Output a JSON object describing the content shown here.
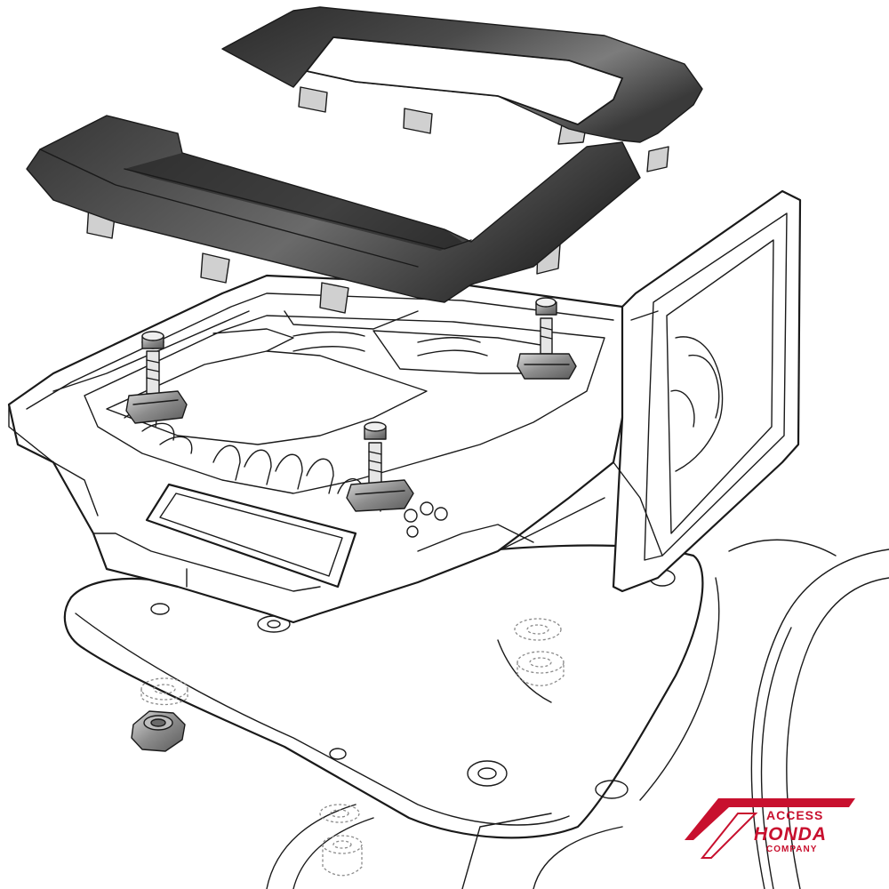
{
  "logo": {
    "line1": "ACCESS",
    "line2": "HONDA",
    "line3": "COMPANY",
    "color": "#c8102e"
  },
  "colors": {
    "cover_dark": "#2e2e2e",
    "cover_light": "#7a7a7a",
    "line": "#1a1a1a",
    "hardware": "#9a9a9a"
  },
  "parts": {
    "top_cover": "dark-trim-cover-upper",
    "lower_cover": "dark-trim-cover-lower",
    "rack": "rear-carrier-rack",
    "bolts": 3,
    "washers": 3,
    "nut": 1
  }
}
